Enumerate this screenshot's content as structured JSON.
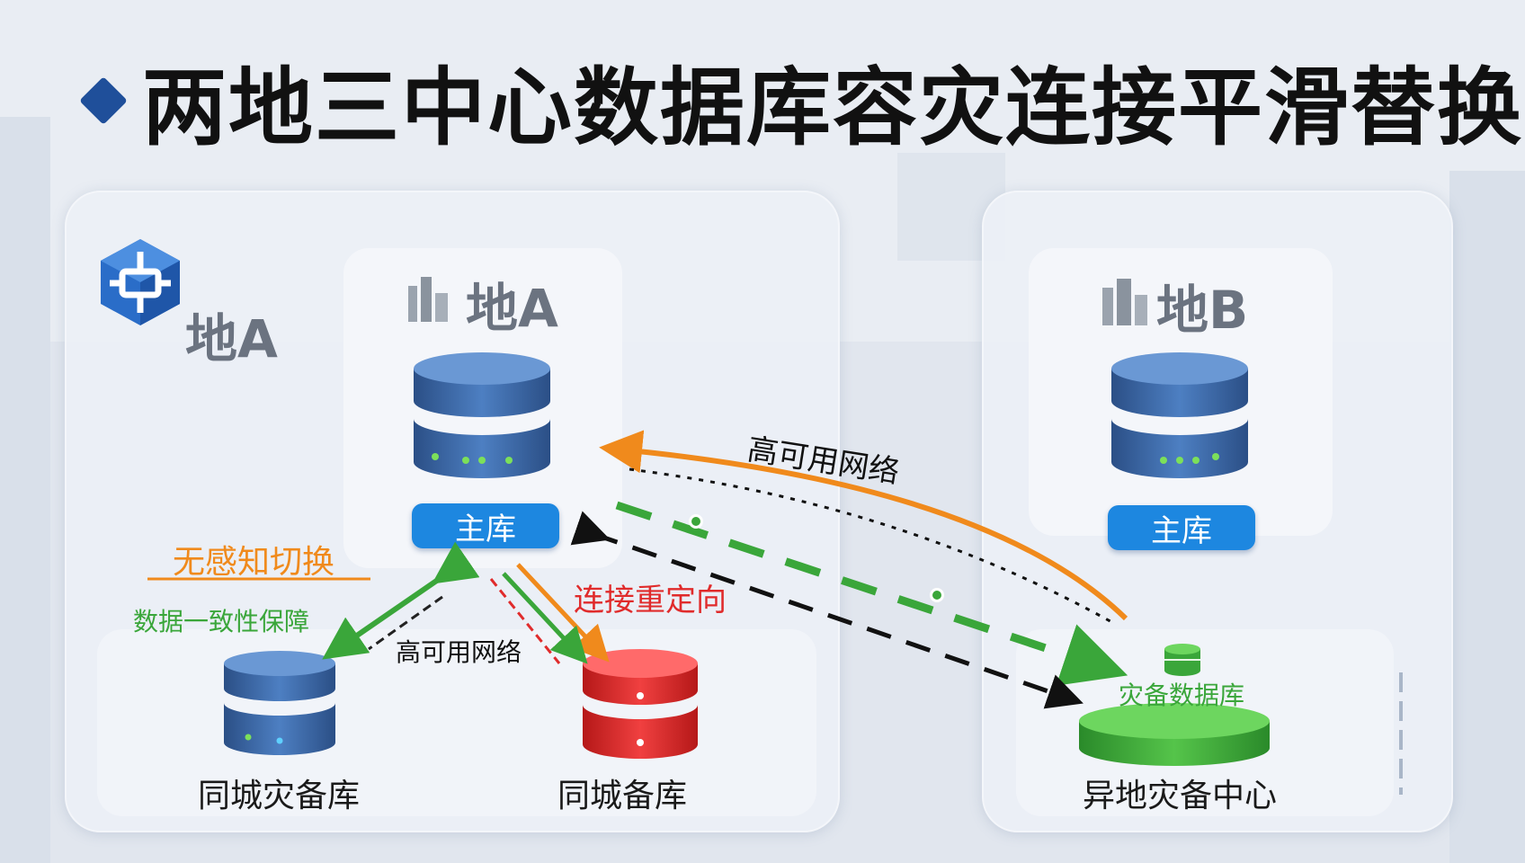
{
  "title": "两地三中心数据库容灾连接平滑替换",
  "site_a": {
    "panel_label": "地A",
    "card_label": "地A",
    "primary_badge": "主库",
    "same_city_backup": "同城灾备库",
    "same_city_backup_2": "同城备库"
  },
  "site_b": {
    "card_label": "地B",
    "primary_badge": "主库",
    "remote_center": "异地灾备中心",
    "remote_db_label": "灾备数据库"
  },
  "annotations": {
    "seamless_switch": "无感知切换",
    "data_consistency": "数据一致性保障",
    "ha_network_left": "高可用网络",
    "ha_network_top": "高可用网络",
    "reconnect_redirect": "连接重定向"
  },
  "colors": {
    "accent_orange": "#f08a1c",
    "accent_green": "#3aa63a",
    "accent_red": "#e02b2b",
    "badge_blue": "#1d87e0",
    "db_blue": "#3a6aa6"
  }
}
